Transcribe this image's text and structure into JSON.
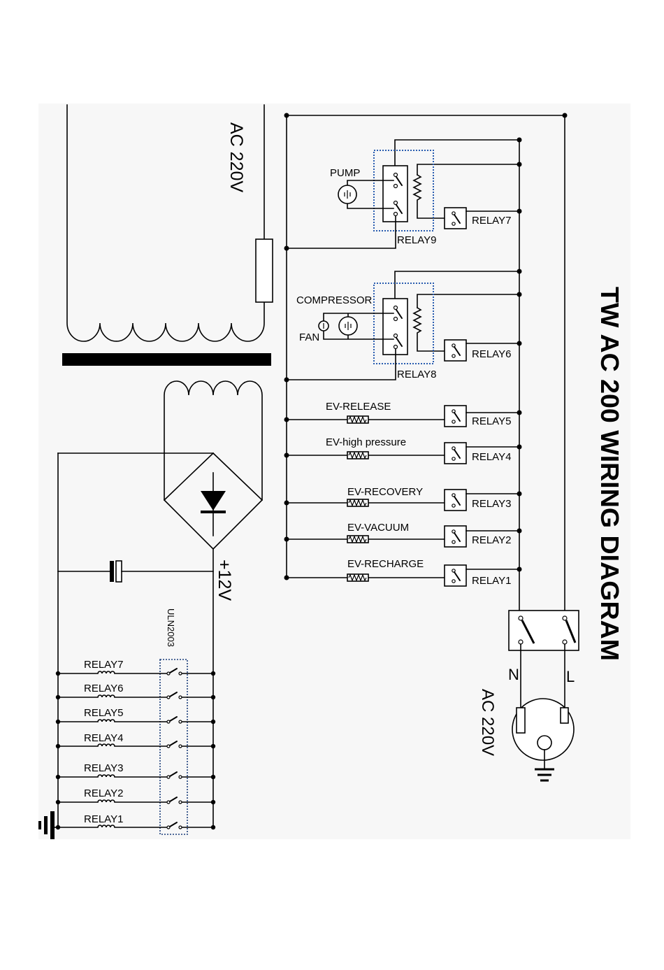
{
  "title": "TW AC 200 WIRING DIAGRAM",
  "mains_transformer": {
    "primary_label": "AC 220V",
    "dc_output_label": "+12V"
  },
  "driver": {
    "chip_label": "ULN2003",
    "channels": [
      "RELAY7",
      "RELAY6",
      "RELAY5",
      "RELAY4",
      "RELAY3",
      "RELAY2",
      "RELAY1"
    ]
  },
  "power_relays": {
    "pump_relay": "RELAY9",
    "pump_relay_driver": "RELAY7",
    "compressor_relay": "RELAY8",
    "compressor_relay_driver": "RELAY6"
  },
  "loads": {
    "pump": "PUMP",
    "compressor": "COMPRESSOR",
    "fan": "FAN"
  },
  "valves": [
    {
      "name": "EV-RELEASE",
      "relay": "RELAY5"
    },
    {
      "name": "EV-high pressure",
      "relay": "RELAY4"
    },
    {
      "name": "EV-RECOVERY",
      "relay": "RELAY3"
    },
    {
      "name": "EV-VACUUM",
      "relay": "RELAY2"
    },
    {
      "name": "EV-RECHARGE",
      "relay": "RELAY1"
    }
  ],
  "power_inlet": {
    "label": "AC 220V",
    "neutral": "N",
    "line": "L"
  },
  "colors": {
    "wire": "#000000",
    "module_outline": "#2a5db0",
    "driver_outline": "#1a3d7a",
    "background": "#f7f7f7"
  }
}
